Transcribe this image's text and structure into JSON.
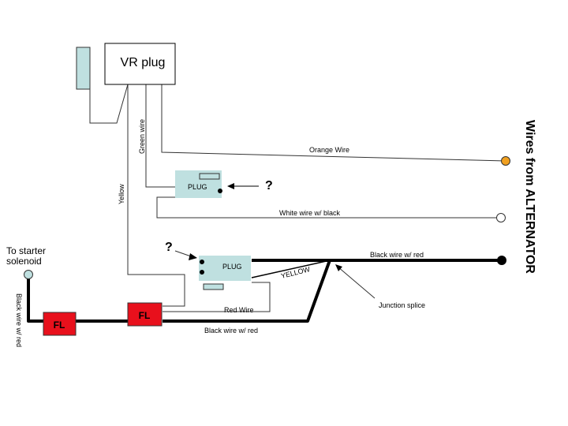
{
  "title_vertical": "Wires from ALTERNATOR",
  "vr_plug_label": "VR plug",
  "plug_labels": [
    "PLUG",
    "PLUG"
  ],
  "question_marks": [
    "?",
    "?"
  ],
  "fusible_link_labels": [
    "FL",
    "FL"
  ],
  "wire_labels": {
    "green": "Green wire",
    "yellow": "Yellow",
    "orange": "Orange Wire",
    "white_black": "White wire w/ black",
    "black_red_top": "Black wire w/ red",
    "yellow_diag": "YELLOW",
    "red": "Red Wire",
    "black_red_bottom": "Black wire w/ red",
    "black_red_left": "Black wire w/ red"
  },
  "starter_label_lines": [
    "To starter",
    "solenoid"
  ],
  "junction_label": "Junction splice",
  "colors": {
    "plug_fill": "#bfe0e0",
    "fl_fill": "#e8101c",
    "orange_terminal": "#f0a020",
    "starter_terminal": "#bfe0e0"
  }
}
